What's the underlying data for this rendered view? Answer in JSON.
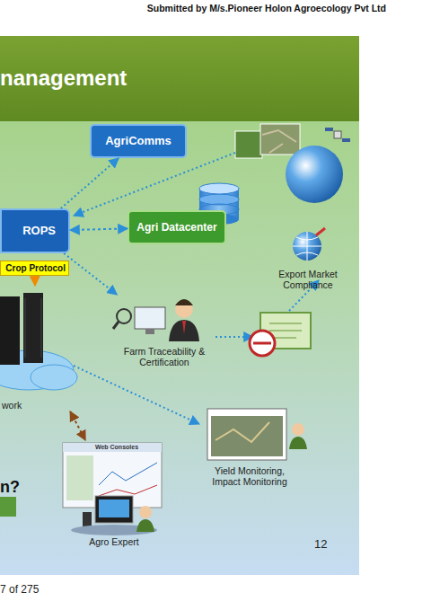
{
  "diagram": {
    "title": "nanagement",
    "nodes": [
      {
        "text": [
          "AgriComms"
        ]
      },
      {
        "text": [
          "ROPS"
        ]
      },
      {
        "text": [
          "Agri Datacenter"
        ]
      },
      {
        "text": [
          "Crop Protocol"
        ]
      },
      {
        "text": [
          "Export Market Compliance"
        ]
      },
      {
        "text": [
          "Farm Traceability & Certification"
        ]
      },
      {
        "text": [
          "work"
        ]
      },
      {
        "text": [
          "Yield Monitoring, Impact Monitoring"
        ]
      },
      {
        "text": [
          "Agro Expert"
        ]
      }
    ],
    "edges": [
      {
        "from": 1,
        "to": 0,
        "arrow": "to"
      },
      {
        "from": 2,
        "to": 1,
        "arrow": "both"
      },
      {
        "from": 1,
        "to": 5,
        "arrow": "to"
      },
      {
        "from": 3,
        "to": 6,
        "arrow": "to"
      },
      {
        "from": 6,
        "to": 7,
        "arrow": "to"
      },
      {
        "from": 6,
        "to": 8,
        "arrow": "both"
      }
    ],
    "labels": [
      "Submitted by M/s.Pioneer Holon Agroecology Pvt Ltd",
      "n?",
      "12",
      "7 of 275",
      "Web Consoles"
    ]
  }
}
